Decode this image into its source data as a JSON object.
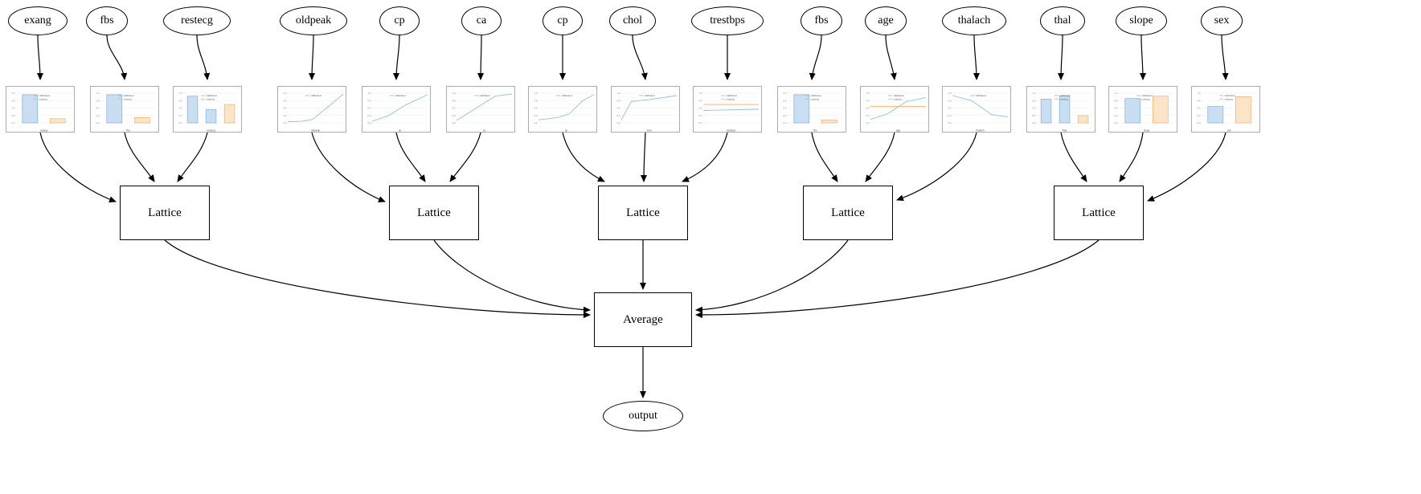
{
  "diagram": {
    "features": [
      {
        "label": "exang",
        "calibrator": {
          "type": "bar",
          "xlabel": "exang",
          "legend": [
            "calibrated",
            "missing"
          ],
          "bars": [
            {
              "v": 0.95,
              "c": "blue"
            },
            {
              "v": 0.14,
              "c": "orange"
            }
          ]
        }
      },
      {
        "label": "fbs",
        "calibrator": {
          "type": "bar",
          "xlabel": "fbs",
          "legend": [
            "calibrated",
            "missing"
          ],
          "bars": [
            {
              "v": 0.95,
              "c": "blue"
            },
            {
              "v": 0.18,
              "c": "orange"
            }
          ]
        }
      },
      {
        "label": "restecg",
        "calibrator": {
          "type": "bar",
          "xlabel": "restecg",
          "legend": [
            "calibrated",
            "missing"
          ],
          "bars": [
            {
              "v": 0.9,
              "c": "blue"
            },
            {
              "v": 0.45,
              "c": "blue"
            },
            {
              "v": 0.62,
              "c": "orange"
            }
          ]
        }
      },
      {
        "label": "oldpeak",
        "calibrator": {
          "type": "line",
          "xlabel": "oldpeak",
          "legend": [
            "calibrated"
          ],
          "points": [
            [
              0,
              0.04
            ],
            [
              0.25,
              0.05
            ],
            [
              0.45,
              0.12
            ],
            [
              0.7,
              0.5
            ],
            [
              1,
              0.97
            ]
          ]
        }
      },
      {
        "label": "cp",
        "calibrator": {
          "type": "line",
          "xlabel": "cp",
          "legend": [
            "calibrated"
          ],
          "points": [
            [
              0,
              0.05
            ],
            [
              0.3,
              0.25
            ],
            [
              0.6,
              0.6
            ],
            [
              1,
              0.95
            ]
          ]
        }
      },
      {
        "label": "ca",
        "calibrator": {
          "type": "line",
          "xlabel": "ca",
          "legend": [
            "calibrated"
          ],
          "points": [
            [
              0,
              0.08
            ],
            [
              0.4,
              0.55
            ],
            [
              0.7,
              0.9
            ],
            [
              1,
              0.97
            ]
          ]
        }
      },
      {
        "label": "cp",
        "calibrator": {
          "type": "line",
          "xlabel": "cp",
          "legend": [
            "calibrated"
          ],
          "points": [
            [
              0,
              0.1
            ],
            [
              0.35,
              0.18
            ],
            [
              0.55,
              0.3
            ],
            [
              0.8,
              0.75
            ],
            [
              1,
              0.95
            ]
          ]
        }
      },
      {
        "label": "chol",
        "calibrator": {
          "type": "line",
          "xlabel": "chol",
          "legend": [
            "calibrated"
          ],
          "points": [
            [
              0,
              0.1
            ],
            [
              0.18,
              0.72
            ],
            [
              0.5,
              0.78
            ],
            [
              1,
              0.92
            ]
          ]
        }
      },
      {
        "label": "trestbps",
        "calibrator": {
          "type": "line",
          "xlabel": "trestbps",
          "legend": [
            "calibrated",
            "missing"
          ],
          "points": [
            [
              0,
              0.42
            ],
            [
              0.5,
              0.44
            ],
            [
              1,
              0.46
            ]
          ],
          "points2": [
            [
              0,
              0.62
            ],
            [
              1,
              0.62
            ]
          ]
        }
      },
      {
        "label": "fbs",
        "calibrator": {
          "type": "bar",
          "xlabel": "fbs",
          "legend": [
            "calibrated",
            "missing"
          ],
          "bars": [
            {
              "v": 0.95,
              "c": "blue"
            },
            {
              "v": 0.1,
              "c": "orange"
            }
          ]
        }
      },
      {
        "label": "age",
        "calibrator": {
          "type": "line",
          "xlabel": "age",
          "legend": [
            "calibrated",
            "missing"
          ],
          "points": [
            [
              0,
              0.12
            ],
            [
              0.3,
              0.3
            ],
            [
              0.65,
              0.72
            ],
            [
              1,
              0.85
            ]
          ],
          "points2": [
            [
              0,
              0.55
            ],
            [
              1,
              0.55
            ]
          ]
        }
      },
      {
        "label": "thalach",
        "calibrator": {
          "type": "line",
          "xlabel": "thalach",
          "legend": [
            "calibrated"
          ],
          "points": [
            [
              0,
              0.92
            ],
            [
              0.35,
              0.75
            ],
            [
              0.7,
              0.28
            ],
            [
              1,
              0.2
            ]
          ]
        }
      },
      {
        "label": "thal",
        "calibrator": {
          "type": "bar",
          "xlabel": "thal",
          "legend": [
            "calibrated",
            "missing"
          ],
          "bars": [
            {
              "v": 0.8,
              "c": "blue"
            },
            {
              "v": 0.9,
              "c": "blue"
            },
            {
              "v": 0.25,
              "c": "orange"
            }
          ]
        }
      },
      {
        "label": "slope",
        "calibrator": {
          "type": "bar",
          "xlabel": "slope",
          "legend": [
            "calibrated",
            "missing"
          ],
          "bars": [
            {
              "v": 0.82,
              "c": "blue"
            },
            {
              "v": 0.9,
              "c": "orange"
            }
          ]
        }
      },
      {
        "label": "sex",
        "calibrator": {
          "type": "bar",
          "xlabel": "sex",
          "legend": [
            "calibrated",
            "missing"
          ],
          "bars": [
            {
              "v": 0.55,
              "c": "blue"
            },
            {
              "v": 0.88,
              "c": "orange"
            }
          ]
        }
      }
    ],
    "lattices": [
      {
        "label": "Lattice"
      },
      {
        "label": "Lattice"
      },
      {
        "label": "Lattice"
      },
      {
        "label": "Lattice"
      },
      {
        "label": "Lattice"
      }
    ],
    "average": {
      "label": "Average"
    },
    "output": {
      "label": "output"
    },
    "colors": {
      "calibrated": "#8fc1e0",
      "missing": "#f4ad69"
    }
  }
}
